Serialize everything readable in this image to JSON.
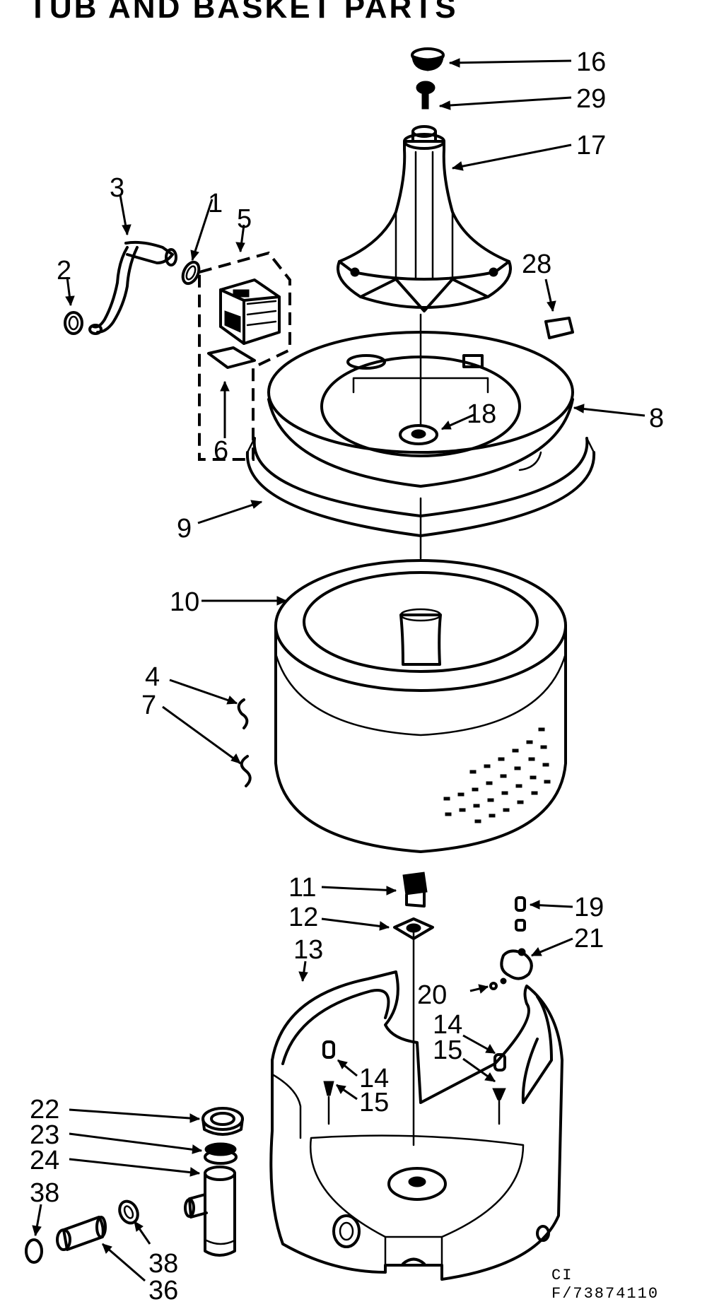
{
  "title": "TUB AND BASKET PARTS",
  "footer": {
    "line1": "CI",
    "line2": "F/73874110"
  },
  "callouts": [
    {
      "id": "c16",
      "label": "16"
    },
    {
      "id": "c29",
      "label": "29"
    },
    {
      "id": "c17",
      "label": "17"
    },
    {
      "id": "c3",
      "label": "3"
    },
    {
      "id": "c1",
      "label": "1"
    },
    {
      "id": "c5",
      "label": "5"
    },
    {
      "id": "c2",
      "label": "2"
    },
    {
      "id": "c28",
      "label": "28"
    },
    {
      "id": "c6",
      "label": "6"
    },
    {
      "id": "c18",
      "label": "18"
    },
    {
      "id": "c8",
      "label": "8"
    },
    {
      "id": "c9",
      "label": "9"
    },
    {
      "id": "c10",
      "label": "10"
    },
    {
      "id": "c4",
      "label": "4"
    },
    {
      "id": "c7",
      "label": "7"
    },
    {
      "id": "c11",
      "label": "11"
    },
    {
      "id": "c19",
      "label": "19"
    },
    {
      "id": "c12",
      "label": "12"
    },
    {
      "id": "c21",
      "label": "21"
    },
    {
      "id": "c13",
      "label": "13"
    },
    {
      "id": "c20",
      "label": "20"
    },
    {
      "id": "c14a",
      "label": "14"
    },
    {
      "id": "c15a",
      "label": "15"
    },
    {
      "id": "c14b",
      "label": "14"
    },
    {
      "id": "c15b",
      "label": "15"
    },
    {
      "id": "c22",
      "label": "22"
    },
    {
      "id": "c23",
      "label": "23"
    },
    {
      "id": "c24",
      "label": "24"
    },
    {
      "id": "c38a",
      "label": "38"
    },
    {
      "id": "c38b",
      "label": "38"
    },
    {
      "id": "c36",
      "label": "36"
    }
  ]
}
